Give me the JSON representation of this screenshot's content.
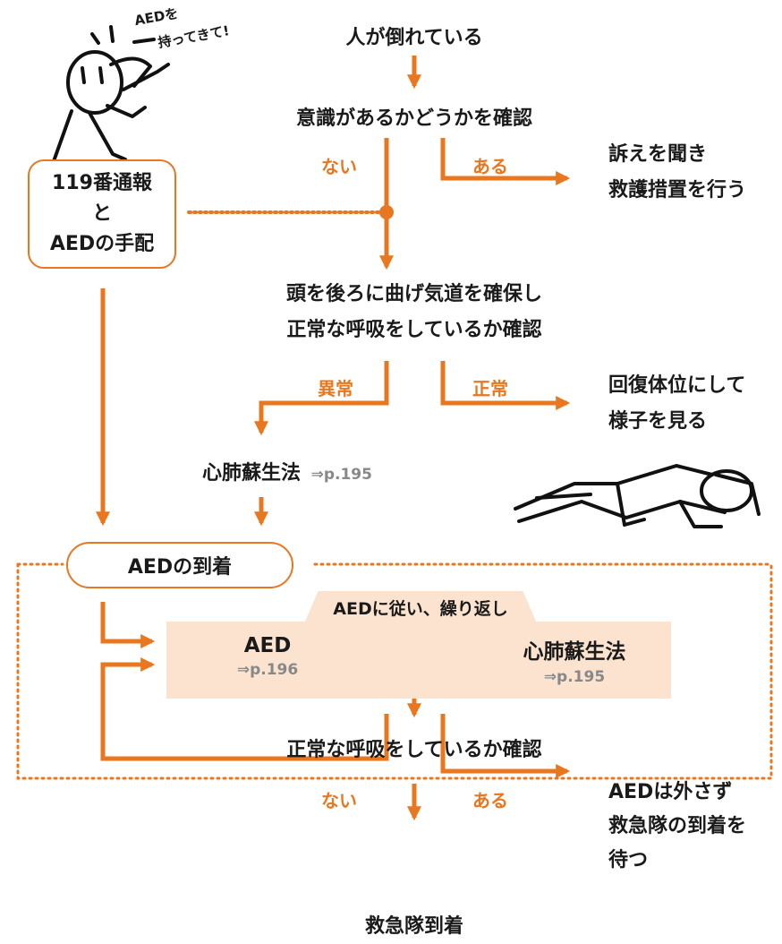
{
  "colors": {
    "accent": "#e8771f",
    "panel": "#fbe3cf",
    "text": "#1a1a1a",
    "ref": "#888888"
  },
  "shout": {
    "line1": "AEDを",
    "line2": "持ってきて!"
  },
  "nodes": {
    "collapsed": "人が倒れている",
    "check_consciousness": "意識があるかどうかを確認",
    "conscious_action": {
      "line1": "訴えを聞き",
      "line2": "救護措置を行う"
    },
    "call": {
      "line1": "119番通報",
      "line2": "と",
      "line3": "AEDの手配"
    },
    "airway": {
      "line1": "頭を後ろに曲げ気道を確保し",
      "line2": "正常な呼吸をしているか確認"
    },
    "recovery": {
      "line1": "回復体位にして",
      "line2": "様子を見る"
    },
    "cpr": {
      "label": "心肺蘇生法",
      "ref": "⇒p.195"
    },
    "aed_arrival": "AEDの到着",
    "loop_title": "AEDに従い、繰り返し",
    "loop_aed": {
      "label": "AED",
      "ref": "⇒p.196"
    },
    "loop_cpr": {
      "label": "心肺蘇生法",
      "ref": "⇒p.195"
    },
    "check_breathing": "正常な呼吸をしているか確認",
    "keep_aed": {
      "line1": "AEDは外さず",
      "line2": "救急隊の到着を",
      "line3": "待つ"
    },
    "ems_arrival": "救急隊到着"
  },
  "labels": {
    "no_1": "ない",
    "yes_1": "ある",
    "abnormal": "異常",
    "normal": "正常",
    "no_2": "ない",
    "yes_2": "ある"
  }
}
